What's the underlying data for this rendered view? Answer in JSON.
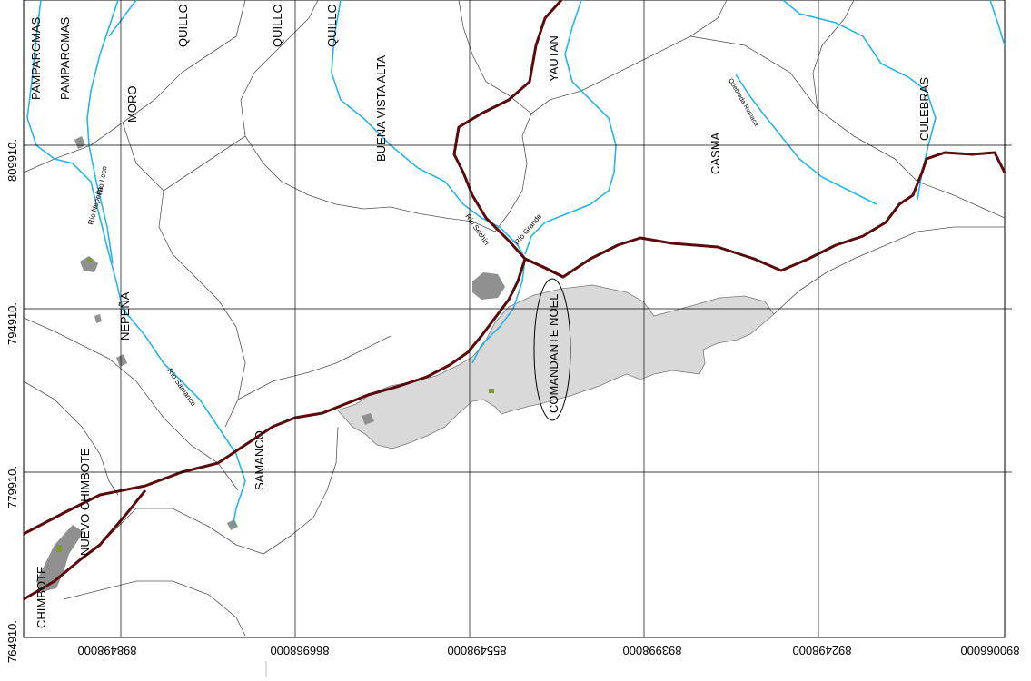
{
  "map": {
    "place_labels": {
      "pamparomas_1": "PAMPAROMAS",
      "pamparomas_2": "PAMPAROMAS",
      "moro": "MORO",
      "quillo_1": "QUILLO",
      "quillo_2": "QUILLO",
      "quillo_3": "QUILLO",
      "buena_vista_alta": "BUENA VISTA ALTA",
      "yautan": "YAUTAN",
      "casma": "CASMA",
      "culebras": "CULEBRAS",
      "nepena": "NEPEÑA",
      "samanco": "SAMANCO",
      "nuevo_chimbote": "NUEVO CHIMBOTE",
      "chimbote": "CHIMBOTE",
      "comandante_noel": "COMANDANTE NOEL"
    },
    "river_labels": {
      "rio_loco": "Río Loco",
      "rio_nepena": "Río Nepeña",
      "rio_samanco": "Río Samanco",
      "rio_sechin": "Río Sechín",
      "rio_grande": "Río Grande",
      "quebrada_rumaca": "Quebrada Rumaca"
    },
    "y_ticks": [
      "809910.",
      "794910.",
      "779910.",
      "764910."
    ],
    "x_ticks": [
      "898498000",
      "866968000",
      "855498000",
      "893998000",
      "892498000",
      "890066000"
    ],
    "colors": {
      "roads": "#5a0a0a",
      "rivers": "#2ab4e8",
      "boundaries": "#555555",
      "shaded_area": "#d9d9d9",
      "urban": "#909090",
      "grid": "#000000"
    }
  }
}
